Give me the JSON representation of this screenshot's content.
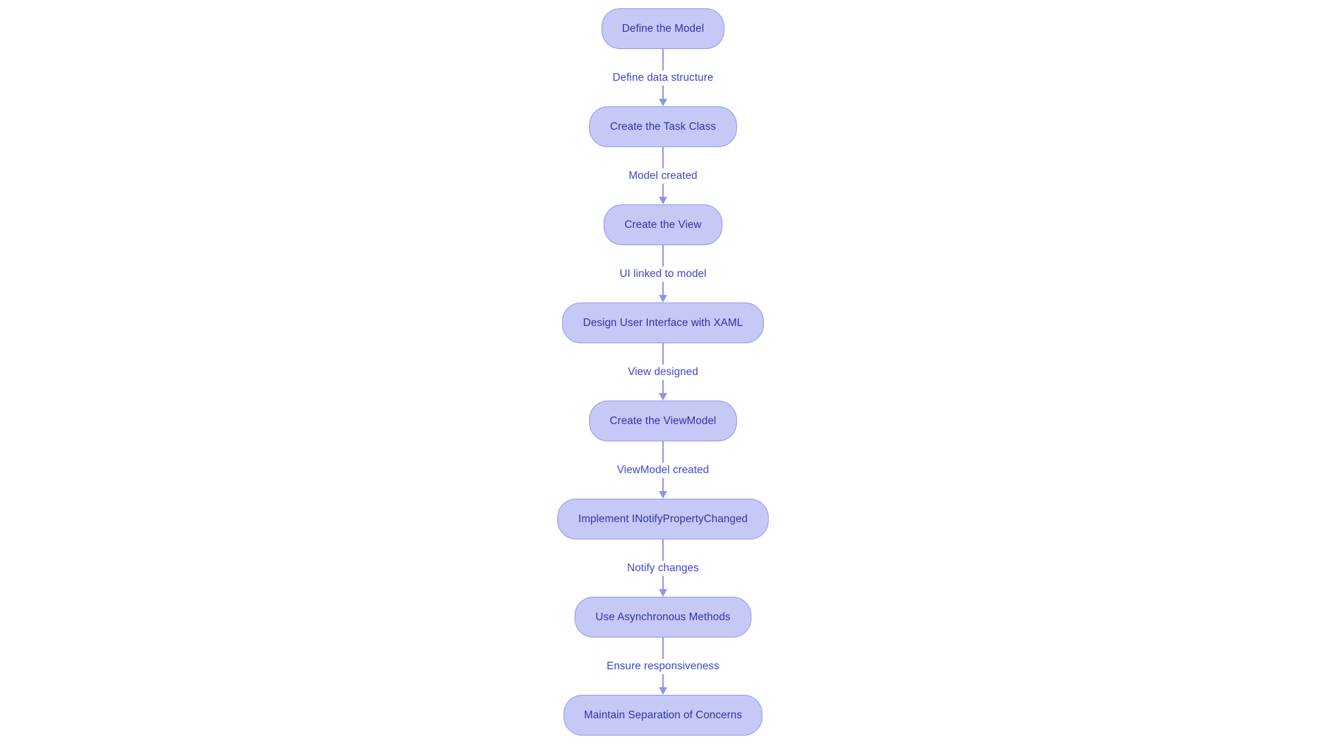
{
  "colors": {
    "background": "#ffffff",
    "node_fill": "#c6c9f6",
    "node_border": "#8f96e8",
    "node_text": "#2e34a4",
    "edge_label": "#3c46c8",
    "arrow": "#8d95ea"
  },
  "flow": {
    "nodes": [
      {
        "label": "Define the Model"
      },
      {
        "label": "Create the Task Class"
      },
      {
        "label": "Create the View"
      },
      {
        "label": "Design User Interface with XAML"
      },
      {
        "label": "Create the ViewModel"
      },
      {
        "label": "Implement INotifyPropertyChanged"
      },
      {
        "label": "Use Asynchronous Methods"
      },
      {
        "label": "Maintain Separation of Concerns"
      }
    ],
    "edges": [
      {
        "label": "Define data structure"
      },
      {
        "label": "Model created"
      },
      {
        "label": "UI linked to model"
      },
      {
        "label": "View designed"
      },
      {
        "label": "ViewModel created"
      },
      {
        "label": "Notify changes"
      },
      {
        "label": "Ensure responsiveness"
      }
    ]
  }
}
